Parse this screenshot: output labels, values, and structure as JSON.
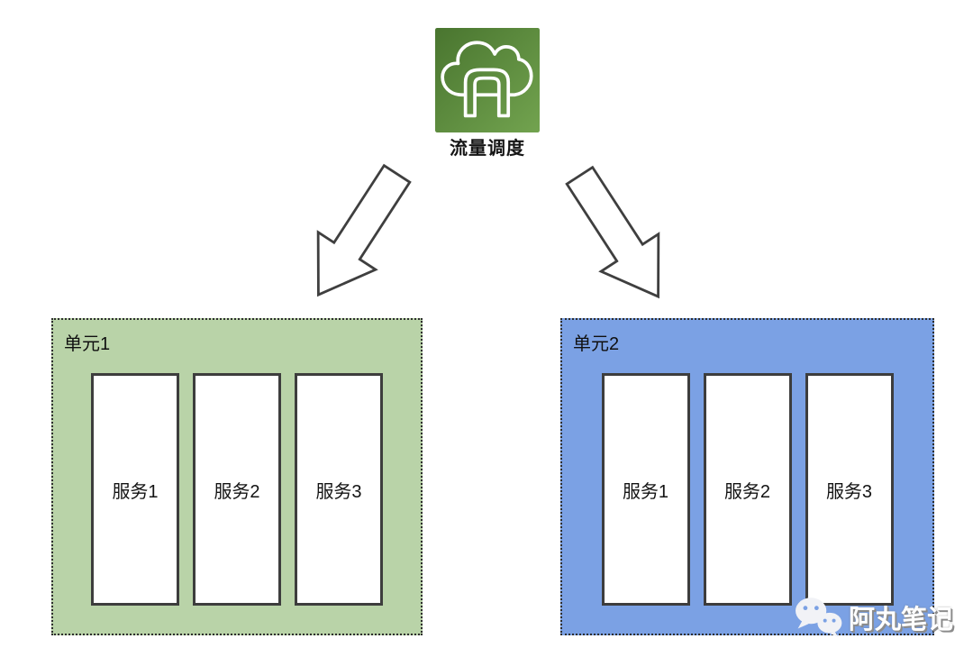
{
  "diagram": {
    "traffic_node": {
      "label": "流量调度",
      "icon": "cloud-gateway-icon",
      "icon_gradient_start": "#49752f",
      "icon_gradient_end": "#72a34f"
    },
    "arrows": [
      {
        "name": "arrow-to-unit-1",
        "direction": "down-left"
      },
      {
        "name": "arrow-to-unit-2",
        "direction": "down-right"
      }
    ],
    "units": [
      {
        "label": "单元1",
        "bg_color": "#b9d3a8",
        "services": [
          "服务1",
          "服务2",
          "服务3"
        ]
      },
      {
        "label": "单元2",
        "bg_color": "#7ba1e4",
        "services": [
          "服务1",
          "服务2",
          "服务3"
        ]
      }
    ],
    "watermark": {
      "text": "阿丸笔记",
      "icon": "wechat-icon"
    },
    "colors": {
      "service_box_border": "#3d3d3d",
      "unit_border": "#2e2e2e",
      "arrow_stroke": "#3f3f3f"
    }
  }
}
